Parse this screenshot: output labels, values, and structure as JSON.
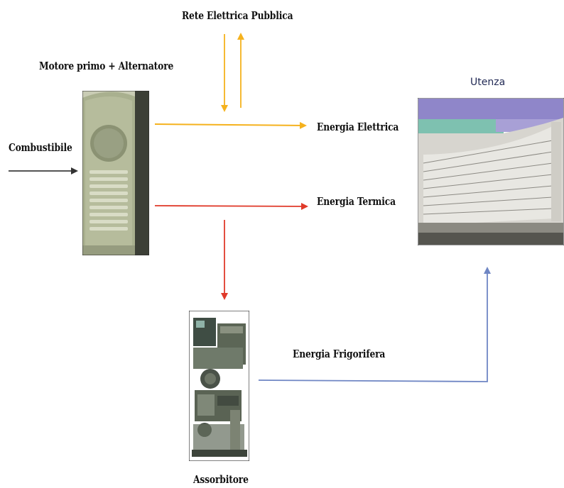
{
  "labels": {
    "grid": "Rete Elettrica Pubblica",
    "engine": "Motore primo + Alternatore",
    "fuel": "Combustibile",
    "electric": "Energia Elettrica",
    "thermal": "Energia Termica",
    "cooling": "Energia Frigorifera",
    "absorber": "Assorbitore",
    "user": "Utenza"
  },
  "colors": {
    "electric": "#f5b21e",
    "thermal": "#e03a2a",
    "cooling": "#6f86c4",
    "fuel": "#3a3a3a",
    "label_sky": "#8f86c9"
  },
  "icons": {
    "engine": "generator-cabinet-image",
    "absorber": "absorption-chiller-image",
    "user": "hospital-building-image"
  }
}
